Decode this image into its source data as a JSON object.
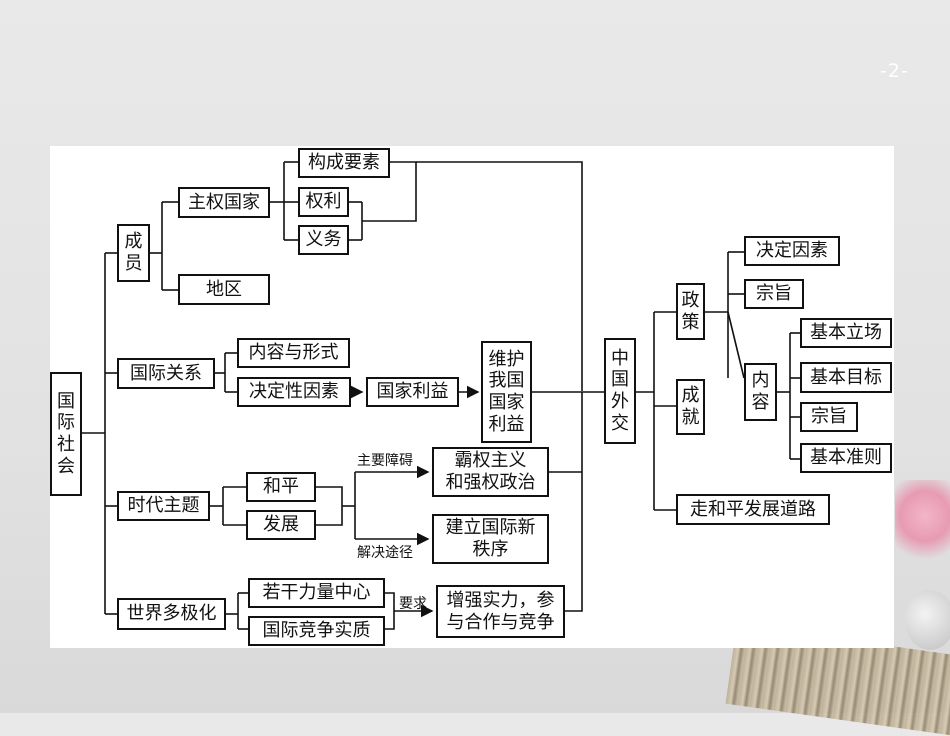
{
  "page_number": "-2-",
  "nodes": {
    "guoji_shehui": "国\n际\n社\n会",
    "chengyuan": "成\n员",
    "zhuquan_guojia": "主权国家",
    "goucheng_yaosu": "构成要素",
    "quanli": "权利",
    "yiwu": "义务",
    "diqu": "地区",
    "guoji_guanxi": "国际关系",
    "neirong_xingshi": "内容与形式",
    "jueding_yinsu": "决定性因素",
    "guojia_liyi": "国家利益",
    "weihu_liyi": "维护\n我国\n国家\n利益",
    "shidai_zhuti": "时代主题",
    "heping": "和平",
    "fazhan": "发展",
    "baquan": "霸权主义\n和强权政治",
    "jianli_zhixu": "建立国际新\n秩序",
    "duojihua": "世界多极化",
    "ruogan_zhongxin": "若干力量中心",
    "jingzheng_shizhi": "国际竞争实质",
    "zengqiang": "增强实力，参\n与合作与竞争",
    "zhongguo_waijiao": "中\n国\n外\n交",
    "zhengce": "政\n策",
    "jueding_yinsu2": "决定因素",
    "zongzhi": "宗旨",
    "neirong": "内\n容",
    "jiben_lichang": "基本立场",
    "jiben_mubiao": "基本目标",
    "zongzhi2": "宗旨",
    "jiben_zhunze": "基本准则",
    "chengjiu": "成\n就",
    "heping_daolu": "走和平发展道路"
  },
  "edge_labels": {
    "zhuyao_zhangai": "主要障碍",
    "jiejue_tujing": "解决途径",
    "yaoqiu": "要求"
  }
}
